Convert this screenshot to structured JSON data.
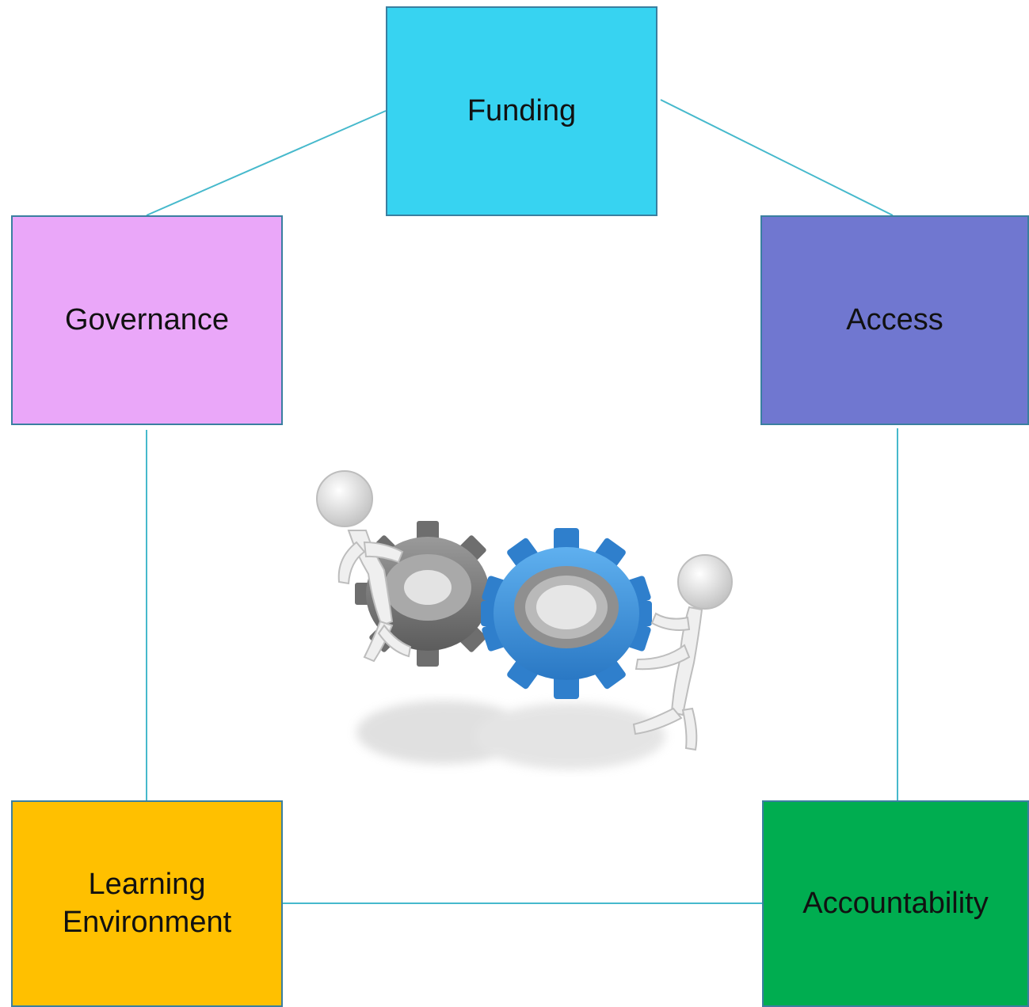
{
  "diagram": {
    "nodes": [
      {
        "id": "funding",
        "label": "Funding",
        "color": "#37d3f1"
      },
      {
        "id": "governance",
        "label": "Governance",
        "color": "#eaa7f9"
      },
      {
        "id": "access",
        "label": "Access",
        "color": "#7077d0"
      },
      {
        "id": "learning",
        "label": "Learning Environment",
        "color": "#ffc000"
      },
      {
        "id": "accountability",
        "label": "Accountability",
        "color": "#00ad50"
      }
    ],
    "edges": [
      [
        "funding",
        "governance"
      ],
      [
        "funding",
        "access"
      ],
      [
        "governance",
        "learning"
      ],
      [
        "access",
        "accountability"
      ],
      [
        "learning",
        "accountability"
      ]
    ],
    "connector_color": "#46b9cc",
    "illustration": {
      "icon": "figures-turning-gears-icon",
      "gear_colors": {
        "left": "#7a7a7a",
        "right": "#3a8fd8"
      }
    }
  }
}
